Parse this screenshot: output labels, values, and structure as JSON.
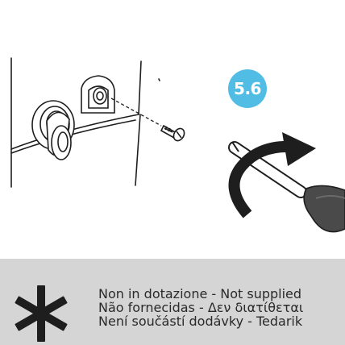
{
  "step": {
    "label": "5.6"
  },
  "note": {
    "lines": [
      "Non in dotazione - Not supplied",
      "Não fornecidas - Δεν διατίθεται",
      "Není součástí dodávky - Tedarik"
    ]
  },
  "colors": {
    "badge": "#52bde4",
    "note_background": "#d5d5d5",
    "ink": "#1e1e1e",
    "screwdriver_handle": "#4a4a4a"
  },
  "icons": {
    "note": "asterisk-icon",
    "rotation": "clockwise-arrow-icon"
  }
}
